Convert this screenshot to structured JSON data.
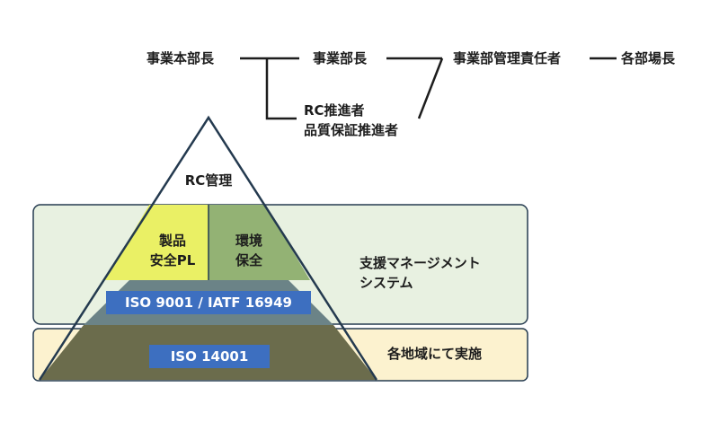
{
  "org_chart": {
    "head": "事業本部長",
    "division_head": "事業部長",
    "manager": "事業部管理責任者",
    "dept_heads": "各部場長",
    "promoters": [
      "RC推進者",
      "品質保証推進者"
    ]
  },
  "pyramid": {
    "top": "RC管理",
    "product_safety": [
      "製品",
      "安全PL"
    ],
    "environment": [
      "環境",
      "保全"
    ],
    "iso_quality": "ISO 9001 / IATF 16949",
    "iso_env": "ISO 14001"
  },
  "bands": {
    "support_system": [
      "支援マネージメント",
      "システム"
    ],
    "regional": "各地域にて実施"
  },
  "colors": {
    "line": "#1d1d1d",
    "band_green": "#e8f1e1",
    "band_yellow": "#fcf2cf",
    "band_border": "#253b50",
    "yellow_cell": "#eaf065",
    "green_cell": "#93b274",
    "iso_blue": "#3d6fc0",
    "pyramid_dark": "#243a4f"
  }
}
